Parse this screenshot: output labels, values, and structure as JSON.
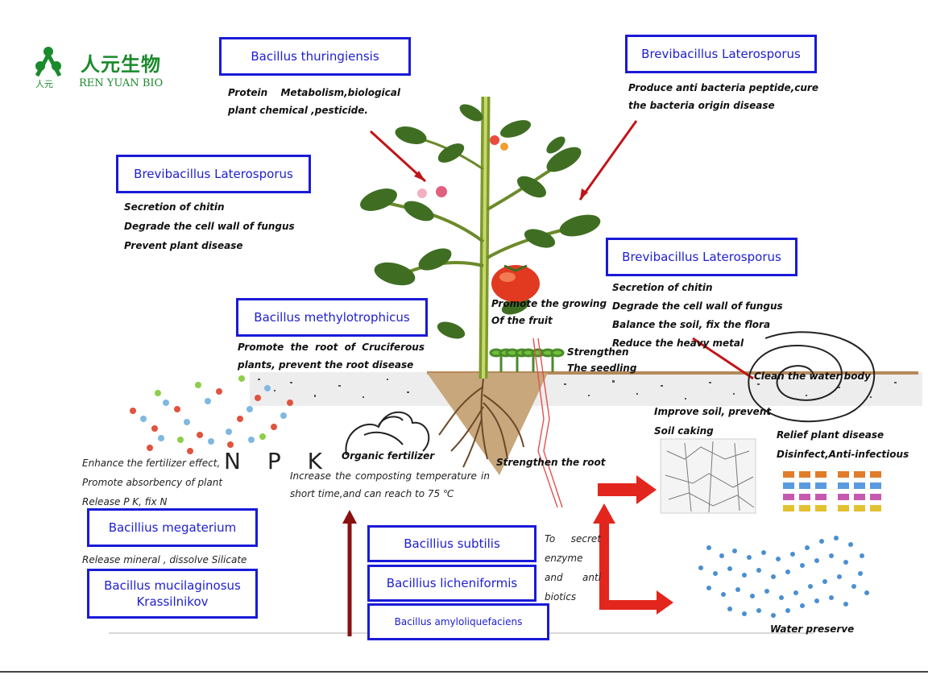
{
  "logo": {
    "chinese": "人元生物",
    "small": "人元",
    "english": "REN YUAN BIO"
  },
  "boxes": {
    "b_thuringiensis": "Bacillus thuringiensis",
    "b_laterosporus_top": "Brevibacillus Laterosporus",
    "b_laterosporus_left": "Brevibacillus Laterosporus",
    "b_laterosporus_right": "Brevibacillus Laterosporus",
    "b_methylotrophicus": "Bacillus methylotrophicus",
    "b_megaterium": "Bacillius megaterium",
    "b_mucilaginosus": "Bacillus mucilaginosus Krassilnikov",
    "b_subtilis": "Bacillius subtilis",
    "b_licheniformis": "Bacillius licheniformis",
    "b_amyloliquefaciens": "Bacillus amyloliquefaciens"
  },
  "notes": {
    "thuringiensis": "Protein Metabolism,biological plant chemical ,pesticide.",
    "laterosporus_top": [
      "Produce anti bacteria peptide,cure",
      "the bacteria origin disease"
    ],
    "laterosporus_left": [
      "Secretion of chitin",
      "Degrade the cell wall of fungus",
      "Prevent plant disease"
    ],
    "laterosporus_right": [
      "Secretion of chitin",
      "Degrade the cell wall of fungus",
      "Balance the soil, fix the flora",
      "Reduce the heavy metal"
    ],
    "methylotrophicus": "Promote the root of Cruciferous plants, prevent the root disease",
    "fruit": [
      "Promote the growing",
      "Of the fruit"
    ],
    "seedling": [
      "Strengthen",
      "The seedling"
    ],
    "water_body": "Clean the water body",
    "improve_soil": [
      "Improve soil, prevent",
      "Soil caking"
    ],
    "relief": [
      "Relief plant disease",
      "Disinfect,Anti-infectious"
    ],
    "npk_effect": [
      "Enhance the fertilizer effect,",
      "Promote absorbency of plant",
      "Release P K, fix N"
    ],
    "npk_letters": "N P K",
    "organic": "Organic fertilizer",
    "composting": "Increase the composting temperature in short time,and can reach to 75 ℃",
    "strengthen_root": "Strengthen the root",
    "release_mineral": "Release mineral , dissolve Silicate",
    "secret_enzyme": "To secret enzyme and anti biotics",
    "water_preserve": "Water preserve"
  },
  "colors": {
    "box_border": "#1a1ad8",
    "box_text": "#2020d0",
    "logo_green": "#1b8a2c",
    "arrow_red": "#e2261d",
    "pointer_red": "#c0151a"
  }
}
